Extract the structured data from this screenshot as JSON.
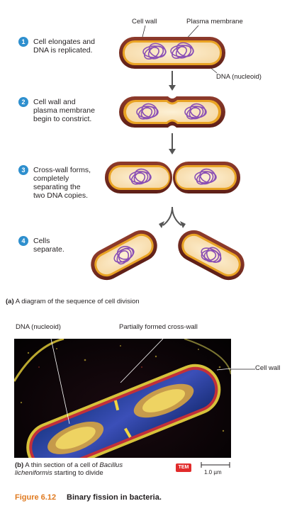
{
  "labels": {
    "cell_wall": "Cell wall",
    "plasma_membrane": "Plasma membrane",
    "dna_nucleoid": "DNA (nucleoid)",
    "micro_dna": "DNA (nucleoid)",
    "micro_crosswall": "Partially formed cross-wall",
    "micro_cellwall": "Cell wall"
  },
  "steps": [
    {
      "num": "1",
      "text": "Cell elongates and\nDNA is replicated."
    },
    {
      "num": "2",
      "text": "Cell wall and\nplasma membrane\nbegin to constrict."
    },
    {
      "num": "3",
      "text": "Cross-wall forms,\ncompletely\nseparating the\ntwo DNA copies."
    },
    {
      "num": "4",
      "text": "Cells\nseparate."
    }
  ],
  "caption_a_letter": "(a)",
  "caption_a_text": " A diagram of the sequence of cell division",
  "caption_b_letter": "(b)",
  "caption_b_text1": " A thin section of a cell of ",
  "caption_b_species1": "Bacillus",
  "caption_b_species2": "licheniformis",
  "caption_b_text2": " starting to divide",
  "tem_badge": "TEM",
  "scale_bar": "1.0 µm",
  "figure_number": "Figure 6.12",
  "figure_title": "Binary fission in bacteria.",
  "colors": {
    "cell_wall": "#7a2e22",
    "membrane": "#e8a020",
    "cytoplasm": "#fbe7c0",
    "dna": "#8a4fb5",
    "step_circle": "#2e8fce",
    "fig_number": "#e07a20"
  }
}
